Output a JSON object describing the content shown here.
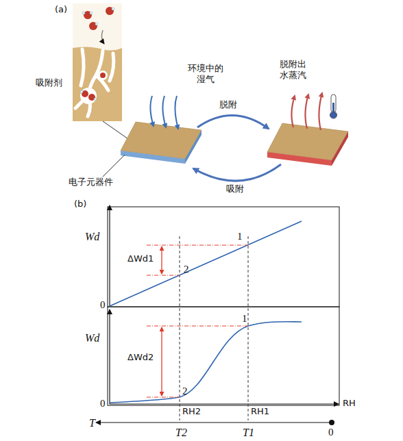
{
  "diagram": {
    "labels": [
      "(a)",
      "吸附剂",
      "环境中的 湿气",
      "脱附出 水蒸汽",
      "脱附",
      "电子元器件",
      "吸附",
      "(b)",
      "Wd",
      "1",
      "ΔWd1",
      "2",
      "0",
      "Wd",
      "1",
      "ΔWd2",
      "2",
      "0",
      "RH",
      "T",
      "RH2",
      "T2",
      "RH1",
      "T1",
      "0"
    ]
  }
}
